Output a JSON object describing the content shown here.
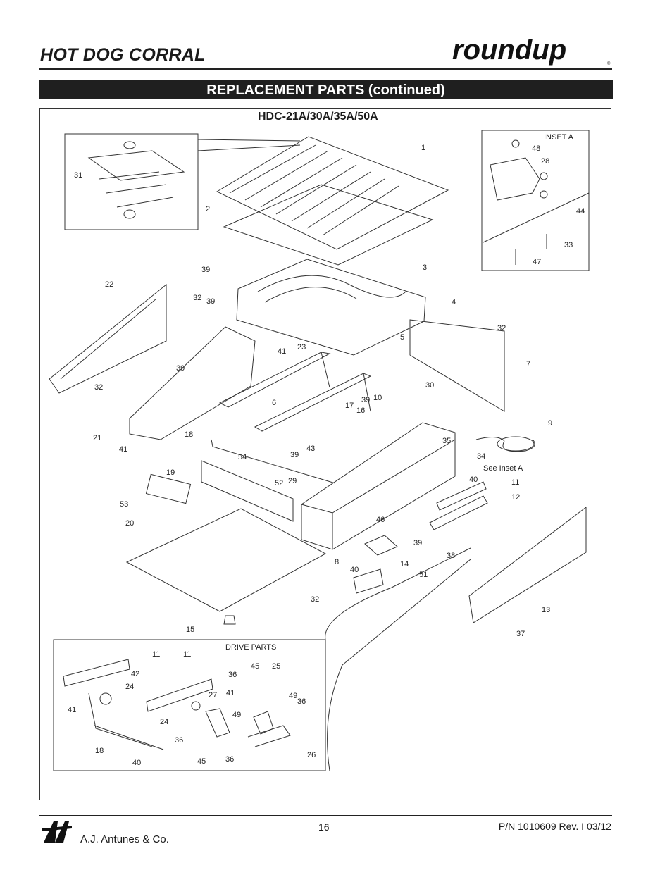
{
  "header": {
    "doc_title": "HOT DOG CORRAL",
    "brand": "roundup",
    "section_title": "REPLACEMENT PARTS (continued)"
  },
  "diagram": {
    "model_title": "HDC-21A/30A/35A/50A",
    "inset_a_label": "INSET A",
    "drive_parts_label": "DRIVE PARTS",
    "see_inset_label": "See Inset A",
    "callouts": {
      "c1": "1",
      "c2": "2",
      "c3": "3",
      "c4": "4",
      "c5": "5",
      "c6": "6",
      "c7": "7",
      "c8": "8",
      "c9": "9",
      "c10": "10",
      "c11": "11",
      "c12": "12",
      "c13": "13",
      "c14": "14",
      "c15": "15",
      "c16": "16",
      "c17": "17",
      "c18": "18",
      "c19": "19",
      "c20": "20",
      "c21": "21",
      "c22": "22",
      "c23": "23",
      "c28": "28",
      "c29": "29",
      "c30": "30",
      "c31": "31",
      "c32a": "32",
      "c32b": "32",
      "c32c": "32",
      "c32d": "32",
      "c33": "33",
      "c34": "34",
      "c35": "35",
      "c37": "37",
      "c38": "38",
      "c39a": "39",
      "c39b": "39",
      "c39c": "39",
      "c39d": "39",
      "c39e": "39",
      "c39f": "39",
      "c40a": "40",
      "c40b": "40",
      "c41a": "41",
      "c41b": "41",
      "c43": "43",
      "c44": "44",
      "c46": "46",
      "c47": "47",
      "c48": "48",
      "c51": "51",
      "c52": "52",
      "c53": "53",
      "c54": "54"
    },
    "drive_callouts": {
      "d11a": "11",
      "d11b": "11",
      "d42": "42",
      "d24a": "24",
      "d41a": "41",
      "d36a": "36",
      "d45a": "45",
      "d25": "25",
      "d41b": "41",
      "d49a": "49",
      "d36b": "36",
      "d27": "27",
      "d49b": "49",
      "d24b": "24",
      "d36c": "36",
      "d18": "18",
      "d40": "40",
      "d45b": "45",
      "d36d": "36",
      "d26": "26"
    }
  },
  "footer": {
    "company": "A.J. Antunes & Co.",
    "page_number": "16",
    "part_number": "P/N 1010609 Rev. I 03/12"
  }
}
